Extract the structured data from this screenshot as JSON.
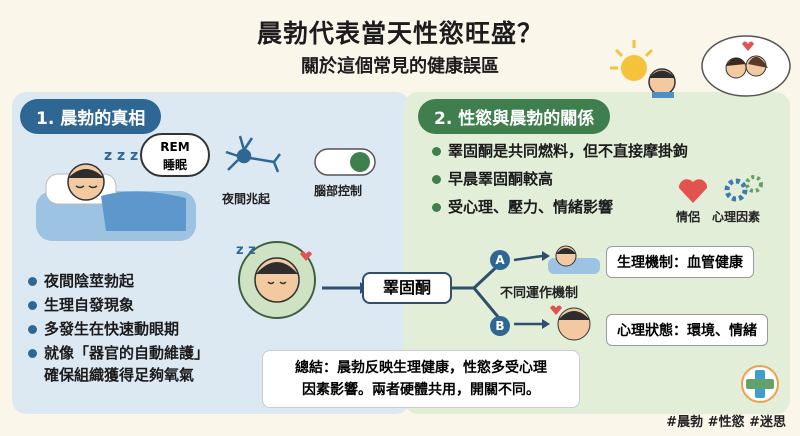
{
  "header": {
    "title": "晨勃代表當天性慾旺盛？",
    "subtitle": "關於這個常見的健康誤區"
  },
  "left": {
    "tag": "1. 晨勃的真相",
    "speech": [
      "REM",
      "睡眠"
    ],
    "neuron_label": "夜間兆起",
    "toggle_label": "腦部控制",
    "bullets": [
      "夜間陰莖勃起",
      "生理自發現象",
      "多發生在快速動眼期"
    ],
    "bullet_long": [
      "就像「器官的自動維護」",
      "確保組織獲得足夠氧氣"
    ]
  },
  "center": {
    "hormone": "睪固酮",
    "mechanism": "不同運作機制",
    "branch_a": "A",
    "branch_b": "B"
  },
  "right": {
    "tag": "2. 性慾與晨勃的關係",
    "bullets": [
      "睪固酮是共同燃料，但不直接摩掛鉤",
      "早晨睪固酮較高",
      "受心理、壓力、情緒影響"
    ],
    "heart_label": "情侶",
    "gear_label": "心理因素",
    "mech_a": "生理機制：血管健康",
    "mech_b": "心理狀態：環境、情緒"
  },
  "summary": [
    "總結：晨勃反映生理健康，性慾多受心理",
    "因素影響。兩者硬體共用，開關不同。"
  ],
  "hashtags": "#晨勃 #性慾 #迷思",
  "colors": {
    "blue": "#2f6794",
    "green": "#3f7f4d",
    "heart": "#e2524f",
    "gear": "#3b7bb0"
  }
}
